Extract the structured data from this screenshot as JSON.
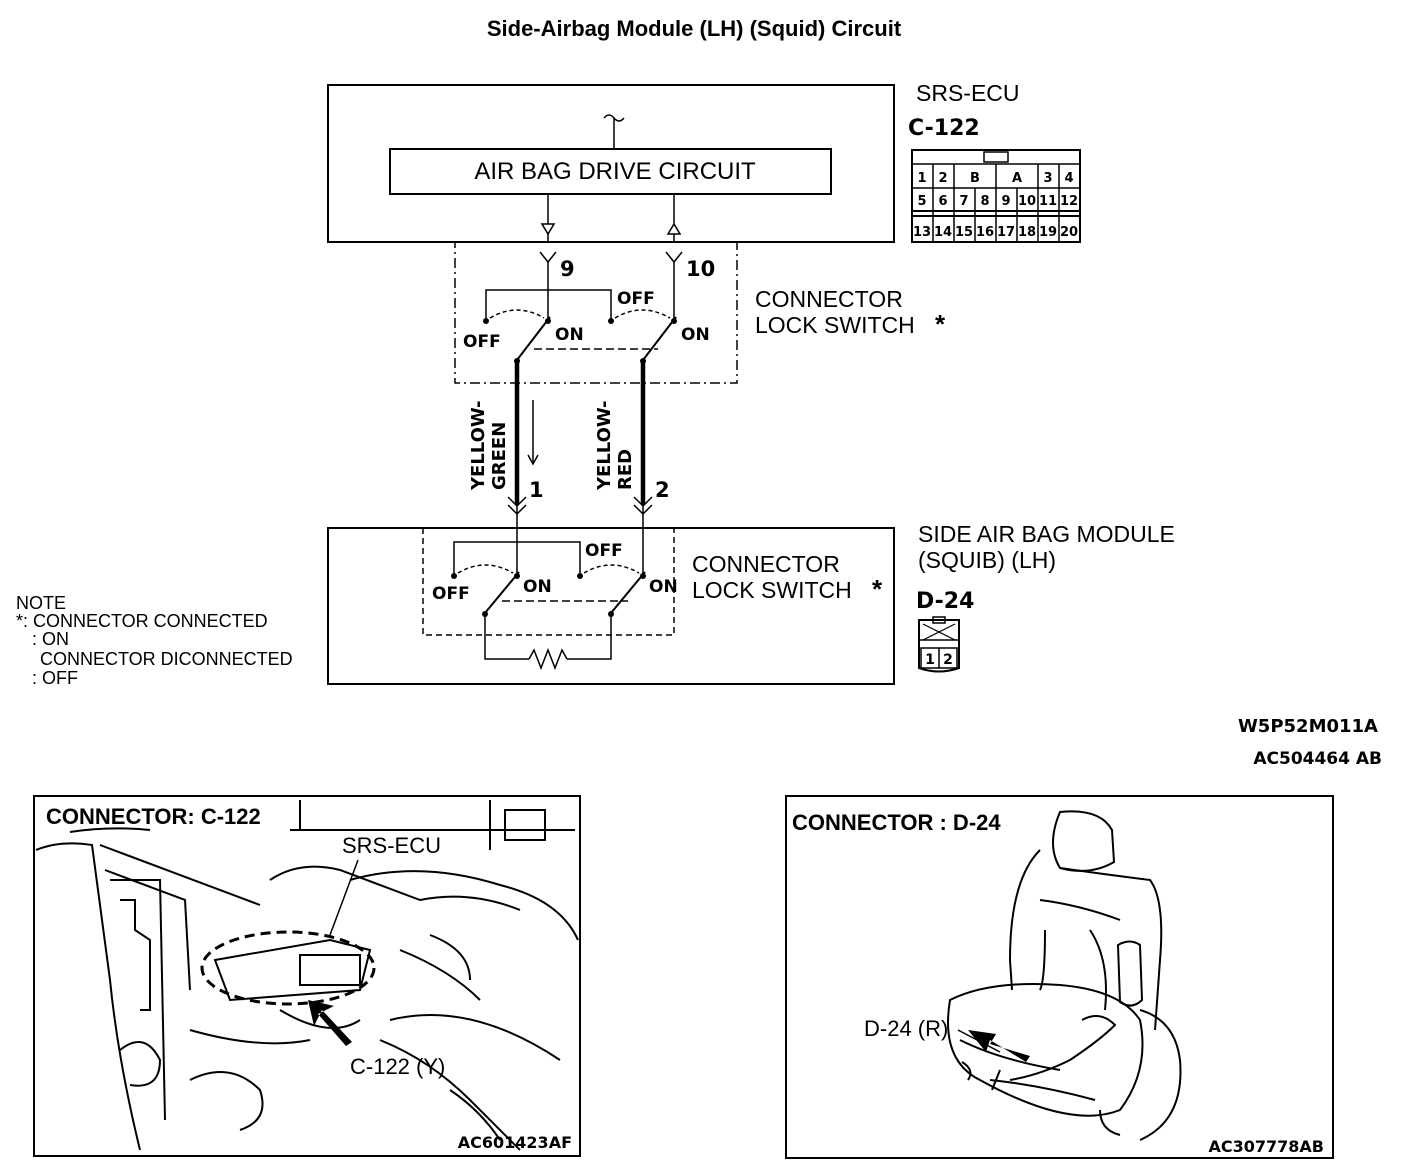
{
  "title": "Side-Airbag Module (LH) (Squid) Circuit",
  "ecu": {
    "name": "SRS-ECU",
    "connector": "C-122",
    "drive_circuit": "AIR BAG DRIVE CIRCUIT",
    "pin_a": "9",
    "pin_b": "10",
    "pins_row1": [
      "1",
      "2",
      "B",
      "A",
      "3",
      "4"
    ],
    "pins_row2": [
      "5",
      "6",
      "7",
      "8",
      "9",
      "10",
      "11",
      "12"
    ],
    "pins_row3": [
      "13",
      "14",
      "15",
      "16",
      "17",
      "18",
      "19",
      "20"
    ]
  },
  "switch_upper": {
    "label_line1": "CONNECTOR",
    "label_line2": "LOCK SWITCH",
    "star": "*",
    "off_left": "OFF",
    "off_right": "OFF",
    "on_left": "ON",
    "on_right": "ON"
  },
  "wires": {
    "left_line1": "YELLOW-",
    "left_line2": "GREEN",
    "right_line1": "YELLOW-",
    "right_line2": "RED",
    "pin_left": "1",
    "pin_right": "2"
  },
  "module": {
    "name_line1": "SIDE AIR BAG MODULE",
    "name_line2": "(SQUIB) (LH)",
    "connector": "D-24",
    "pins": [
      "1",
      "2"
    ]
  },
  "switch_lower": {
    "label_line1": "CONNECTOR",
    "label_line2": "LOCK SWITCH",
    "star": "*",
    "off_left": "OFF",
    "off_right": "OFF",
    "on_left": "ON",
    "on_right": "ON"
  },
  "note": {
    "heading": "NOTE",
    "line1": "*: CONNECTOR CONNECTED",
    "line2": ": ON",
    "line3": "CONNECTOR DICONNECTED",
    "line4": ": OFF"
  },
  "codes": {
    "diagram_code": "W5P52M011A",
    "diagram_ref": "AC504464 AB"
  },
  "panel_left": {
    "title": "CONNECTOR: C-122",
    "label_ecu": "SRS-ECU",
    "label_conn": "C-122 (Y)",
    "ref": "AC601423AF"
  },
  "panel_right": {
    "title": "CONNECTOR : D-24",
    "label_conn": "D-24 (R)",
    "ref": "AC307778AB"
  }
}
